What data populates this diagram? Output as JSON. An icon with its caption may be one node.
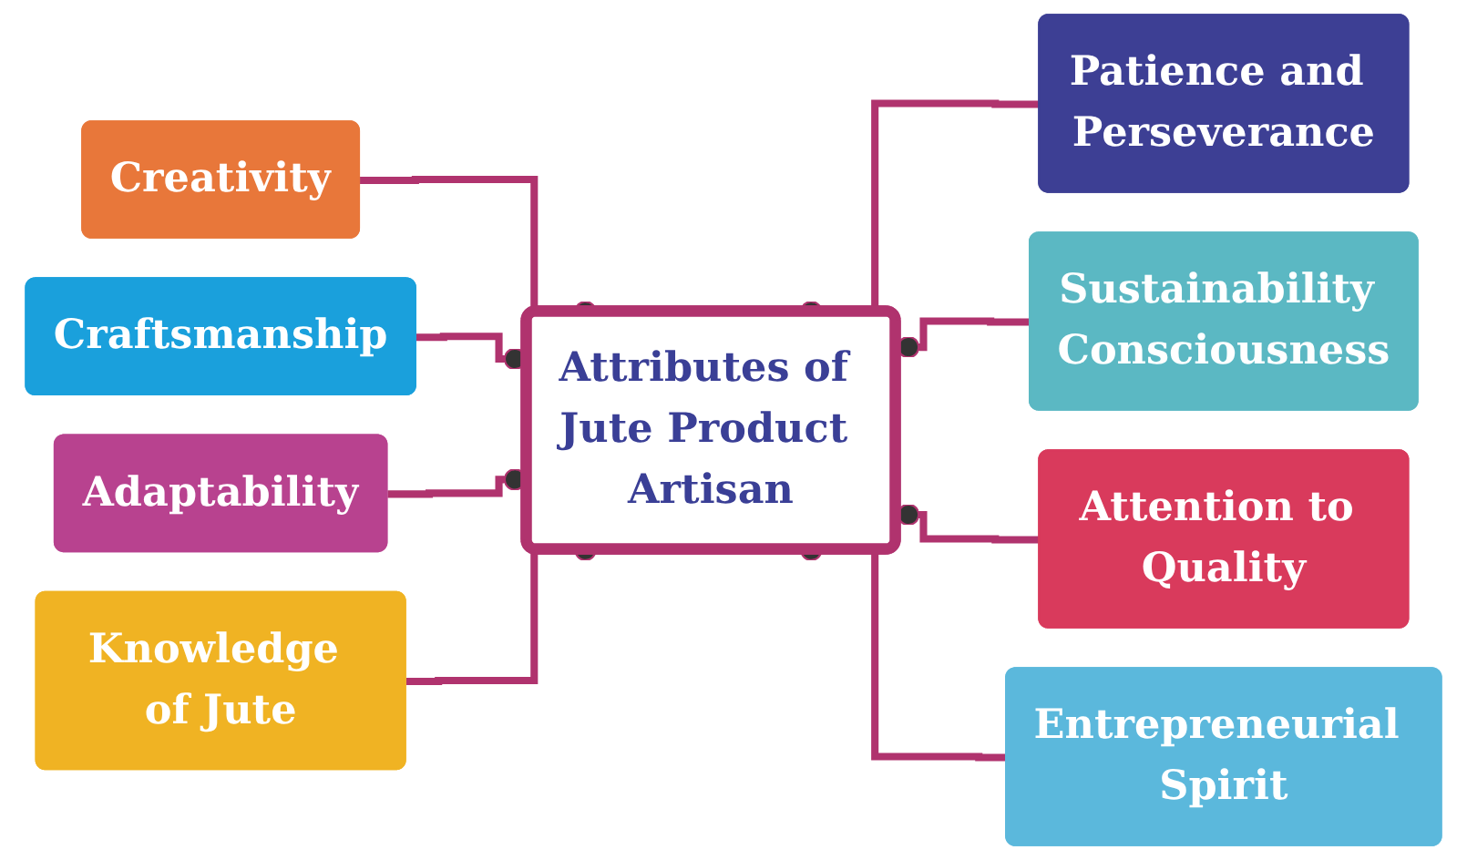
{
  "diagram": {
    "nodes": [
      {
        "text": [
          "Creativity"
        ]
      },
      {
        "text": [
          "Craftsmanship"
        ]
      },
      {
        "text": [
          "Adaptability"
        ]
      },
      {
        "text": [
          "Knowledge of Jute"
        ]
      },
      {
        "text": [
          "Attributes of Jute Product Artisan"
        ]
      },
      {
        "text": [
          "Patience and Perseverance"
        ]
      },
      {
        "text": [
          "Sustainability Consciousness"
        ]
      },
      {
        "text": [
          "Attention to Quality"
        ]
      },
      {
        "text": [
          "Entrepreneurial Spirit"
        ]
      }
    ],
    "edges": [
      {
        "from": 0,
        "to": 4,
        "arrow": "other"
      },
      {
        "from": 1,
        "to": 4,
        "arrow": "other"
      },
      {
        "from": 2,
        "to": 4,
        "arrow": "other"
      },
      {
        "from": 3,
        "to": 4,
        "arrow": "other"
      },
      {
        "from": 5,
        "to": 4,
        "arrow": "other"
      },
      {
        "from": 6,
        "to": 4,
        "arrow": "other"
      },
      {
        "from": 7,
        "to": 4,
        "arrow": "other"
      },
      {
        "from": 8,
        "to": 4,
        "arrow": "other"
      }
    ]
  }
}
